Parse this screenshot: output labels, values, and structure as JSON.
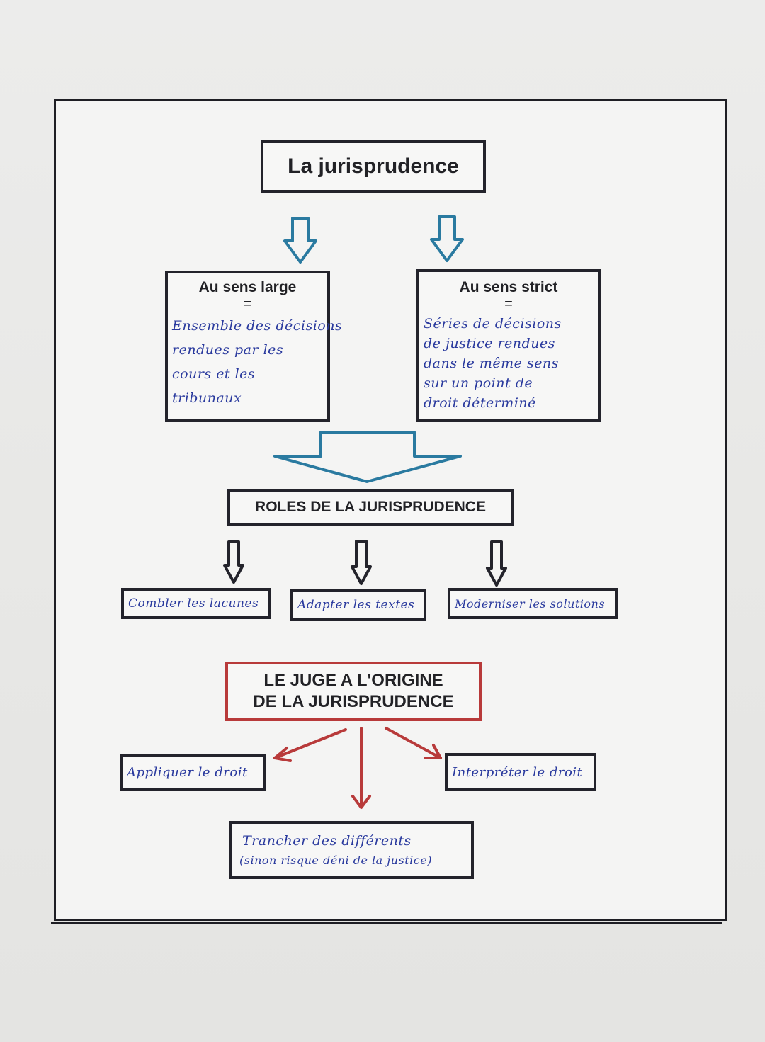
{
  "title": "La jurisprudence",
  "sense_large": {
    "heading": "Au sens large",
    "equals": "=",
    "lines": [
      "Ensemble des décisions",
      "rendues par les",
      "cours et les",
      "tribunaux"
    ]
  },
  "sense_strict": {
    "heading": "Au sens strict",
    "equals": "=",
    "lines": [
      "Séries de décisions",
      "de justice rendues",
      "dans le même sens",
      "sur un point de",
      "droit déterminé"
    ]
  },
  "roles": {
    "heading": "ROLES DE LA JURISPRUDENCE",
    "items": [
      "Combler les lacunes",
      "Adapter les textes",
      "Moderniser les solutions"
    ]
  },
  "juge": {
    "heading_line1": "LE JUGE A L'ORIGINE",
    "heading_line2": "DE LA JURISPRUDENCE",
    "actions": [
      "Appliquer le droit",
      "Interpréter le droit",
      "Trancher des différents",
      "(sinon risque déni de la justice)"
    ]
  },
  "colors": {
    "ink": "#23232b",
    "blue_arrow": "#2a7aa0",
    "red": "#b83a3a",
    "handwriting": "#2a3a9e"
  }
}
